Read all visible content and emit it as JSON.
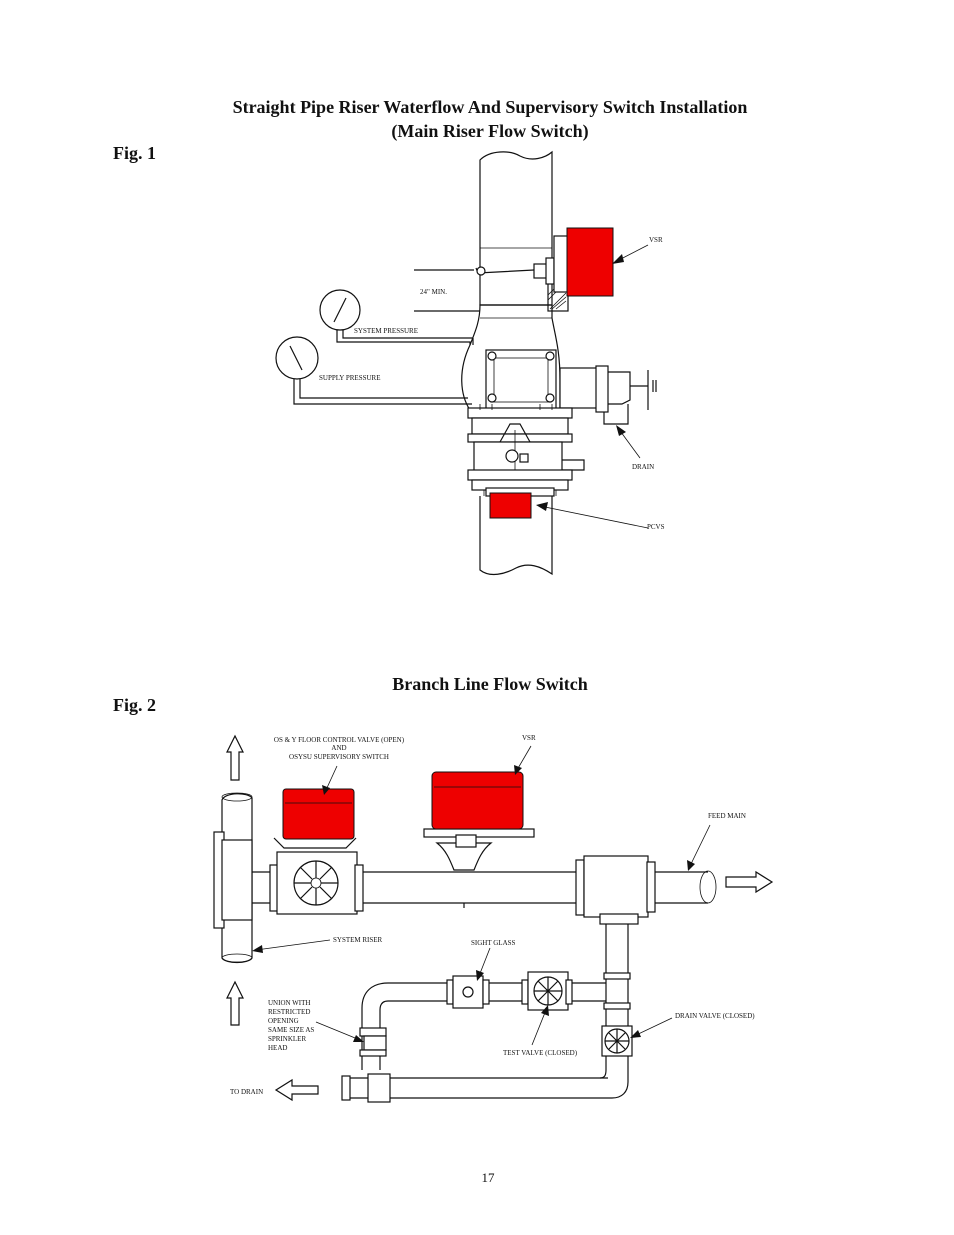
{
  "fig1": {
    "title_line1": "Straight Pipe Riser Waterflow And Supervisory Switch Installation",
    "title_line2": "(Main Riser Flow Switch)",
    "label": "Fig. 1",
    "callouts": {
      "vsr": "VSR",
      "min_24": "24\" MIN.",
      "system_pressure": "SYSTEM PRESSURE",
      "supply_pressure": "SUPPLY PRESSURE",
      "drain": "DRAIN",
      "pcvs": "PCVS"
    }
  },
  "fig2": {
    "title": "Branch Line Flow Switch",
    "label": "Fig. 2",
    "callouts": {
      "osy_line1": "OS & Y FLOOR CONTROL VALVE (OPEN)",
      "osy_line2": "AND",
      "osy_line3": "OSYSU SUPERVISORY SWITCH",
      "vsr": "VSR",
      "feed_main": "FEED MAIN",
      "system_riser": "SYSTEM RISER",
      "sight_glass": "SIGHT GLASS",
      "union_1": "UNION WITH",
      "union_2": "RESTRICTED",
      "union_3": "OPENING",
      "union_4": "SAME SIZE AS",
      "union_5": "SPRINKLER",
      "union_6": "HEAD",
      "drain_valve": "DRAIN VALVE (CLOSED)",
      "test_valve": "TEST VALVE (CLOSED)",
      "to_drain": "TO DRAIN"
    }
  },
  "page_number": "17",
  "colors": {
    "switch_red": "#ee0000",
    "line": "#111111"
  }
}
